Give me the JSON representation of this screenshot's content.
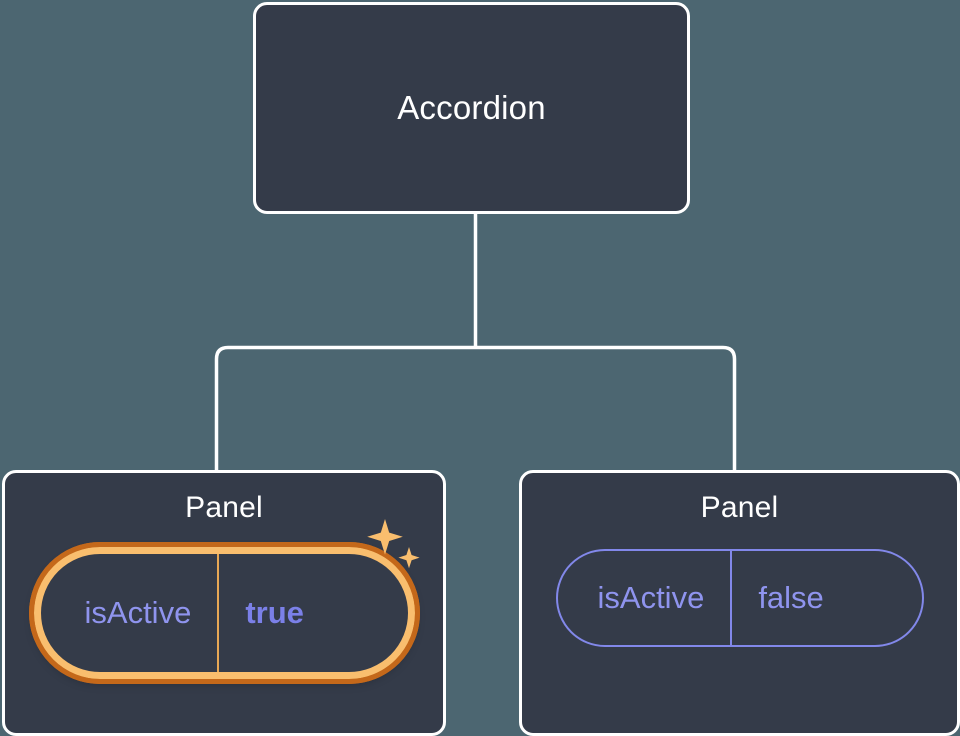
{
  "diagram": {
    "type": "component-tree",
    "background_color": "#4c6671",
    "node_fill": "#343b49",
    "node_border": "#ffffff",
    "connector_color": "#ffffff",
    "root": {
      "label": "Accordion"
    },
    "children": [
      {
        "label": "Panel",
        "highlighted": true,
        "prop": {
          "key": "isActive",
          "value": "true",
          "key_color": "#8f94ee",
          "value_color": "#7b80e8",
          "border_color": "#f9be6e",
          "glow_color": "#c4681a"
        },
        "decoration": "sparkles-icon"
      },
      {
        "label": "Panel",
        "highlighted": false,
        "prop": {
          "key": "isActive",
          "value": "false",
          "key_color": "#8f94ee",
          "value_color": "#8f94ee",
          "border_color": "#8288ea"
        }
      }
    ]
  }
}
